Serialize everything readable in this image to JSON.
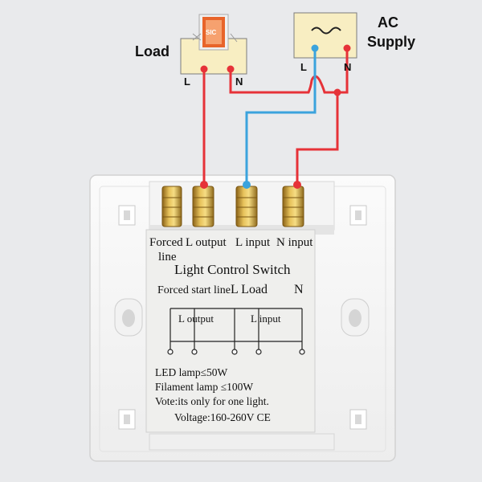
{
  "load": {
    "label": "Load",
    "terminal_l": "L",
    "terminal_n": "N",
    "logo_text": "SIC"
  },
  "ac_supply": {
    "label_line1": "AC",
    "label_line2": "Supply",
    "terminal_l": "L",
    "terminal_n": "N",
    "symbol": "~"
  },
  "switch": {
    "terminals": {
      "forced_line_1": "Forced",
      "forced_line_2": "line",
      "l_output": "L output",
      "l_input": "L input",
      "n_input": "N input"
    },
    "title": "Light Control Switch",
    "diagram": {
      "forced_start_line": "Forced start line",
      "l_load": "L Load",
      "n": "N",
      "l_output": "L output",
      "l_input": "L input"
    },
    "specs": {
      "led": "LED lamp≤50W",
      "filament": "Filament lamp ≤100W",
      "note": "Vote:its only for one light.",
      "voltage": "Voltage:160-260V  CE"
    }
  },
  "colors": {
    "live_wire": "#e63238",
    "neutral_wire": "#3ba3dd",
    "background": "#e9eaec",
    "plate": "#f7f7f7",
    "label_panel": "#ececea",
    "brass": "#c89a3a"
  }
}
